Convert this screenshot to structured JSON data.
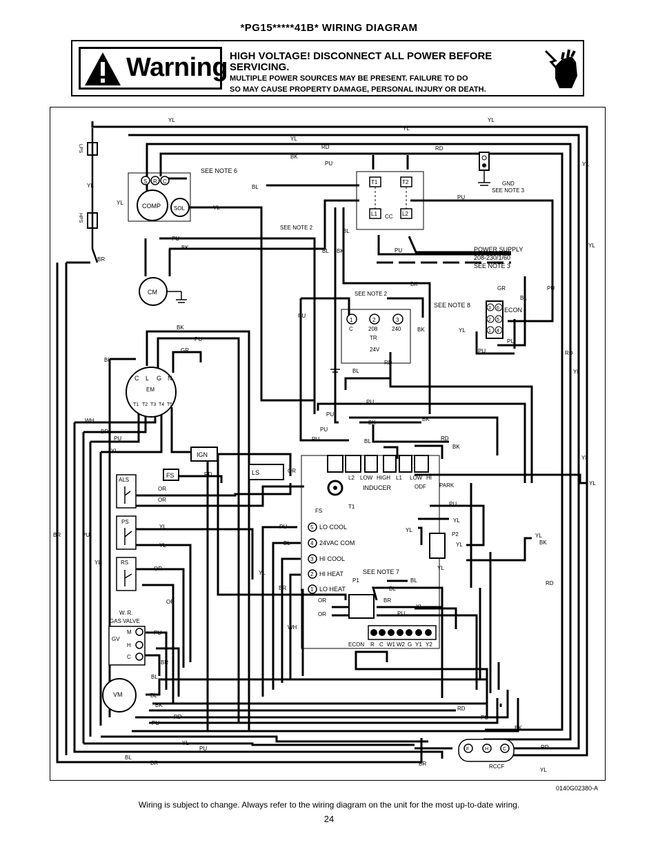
{
  "title": "*PG15*****41B* WIRING DIAGRAM",
  "warning": {
    "sign_word": "Warning",
    "line1": "HIGH VOLTAGE! DISCONNECT ALL POWER BEFORE SERVICING.",
    "line2": "MULTIPLE POWER SOURCES MAY BE PRESENT. FAILURE TO DO",
    "line3": "SO MAY CAUSE PROPERTY DAMAGE, PERSONAL INJURY OR DEATH."
  },
  "wire_colors": {
    "YL": "YL",
    "RD": "RD",
    "BK": "BK",
    "BL": "BL",
    "PU": "PU",
    "BR": "BR",
    "OR": "OR",
    "WH": "WH",
    "GR": "GR"
  },
  "components": {
    "lps": "LPS",
    "hps": "HPS",
    "comp": "COMP",
    "sol": "SOL",
    "compressor_terminals": [
      "S",
      "R",
      "C"
    ],
    "note6": "SEE NOTE 6",
    "note2a": "SEE NOTE 2",
    "note2b": "SEE NOTE 2",
    "note8": "SEE NOTE 8",
    "note7": "SEE NOTE 7",
    "cc": "CC",
    "t1": "T1",
    "t2": "T2",
    "l1": "L1",
    "l2": "L2",
    "gnd": "GND",
    "note3a": "SEE NOTE 3",
    "power_supply": "POWER SUPPLY",
    "power_rating": "208-230/1/60",
    "note3b": "SEE NOTE 3",
    "cm": "CM",
    "tr_title": "TR",
    "tr_24v": "24V",
    "tr_taps": [
      "1",
      "2",
      "3"
    ],
    "tr_tap_labels": [
      "C",
      "208",
      "240"
    ],
    "econ": "ECON",
    "econ_pins": [
      "3",
      "6",
      "2",
      "5",
      "1",
      "4"
    ],
    "em": "EM",
    "em_top": [
      "C",
      "L",
      "G",
      "N"
    ],
    "em_taps": [
      "T1",
      "T2",
      "T3",
      "T4",
      "T5"
    ],
    "ign": "IGN",
    "fs": "FS",
    "ls": "LS",
    "als": "ALS",
    "ps": "PS",
    "rs": "RS",
    "gas_valve_1": "W. R.",
    "gas_valve_2": "GAS VALVE",
    "gv": "GV",
    "gv_terms": [
      "M",
      "H",
      "C"
    ],
    "vm": "VM",
    "board_labels": [
      "L2",
      "LOW",
      "HIGH",
      "L1",
      "LOW",
      "HI"
    ],
    "inducer": "INDUCER",
    "odf": "ODF",
    "park": "PARK",
    "board_t1": "T1",
    "board_fs": "FS",
    "speed_terms": [
      {
        "num": "5",
        "label": "LO COOL"
      },
      {
        "num": "4",
        "label": "24VAC COM"
      },
      {
        "num": "3",
        "label": "HI COOL"
      },
      {
        "num": "2",
        "label": "HI HEAT"
      },
      {
        "num": "1",
        "label": "LO HEAT"
      }
    ],
    "p1": "P1",
    "p2": "P2",
    "tstat": [
      "ECON",
      "R",
      "C",
      "W1",
      "W2",
      "G",
      "Y1",
      "Y2"
    ],
    "rccf": "RCCF",
    "rccf_terms": [
      "F",
      "H",
      "C"
    ]
  },
  "doc_number": "0140G02380-A",
  "footer": "Wiring is subject to change. Always refer to the wiring diagram on the unit for the most up-to-date wiring.",
  "page_number": "24"
}
